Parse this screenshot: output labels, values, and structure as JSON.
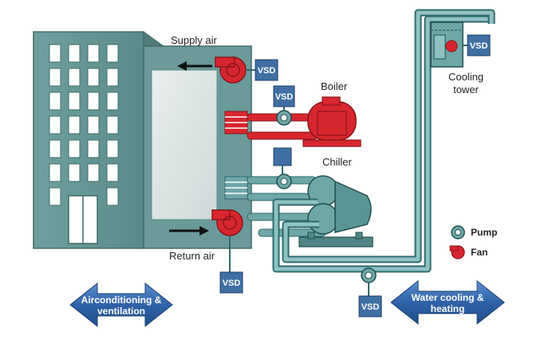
{
  "labels": {
    "supply_air": "Supply air",
    "return_air": "Return air",
    "boiler": "Boiler",
    "chiller": "Chiller",
    "cooling_tower_line1": "Cooling",
    "cooling_tower_line2": "tower"
  },
  "vsd_label": "VSD",
  "legend": {
    "pump": "Pump",
    "fan": "Fan"
  },
  "arrows": {
    "left_line1": "Airconditioning &",
    "left_line2": "ventilation",
    "right_line1": "Water cooling &",
    "right_line2": "heating"
  },
  "colors": {
    "building": "#6e9c9c",
    "building_dark": "#4f7b7b",
    "window": "#ffffff",
    "pipe": "#6fa6a6",
    "pipe_outline": "#2f6a6a",
    "red": "#d8262e",
    "vsd": "#3f6fa3",
    "arrow": "#3b6fb0"
  }
}
